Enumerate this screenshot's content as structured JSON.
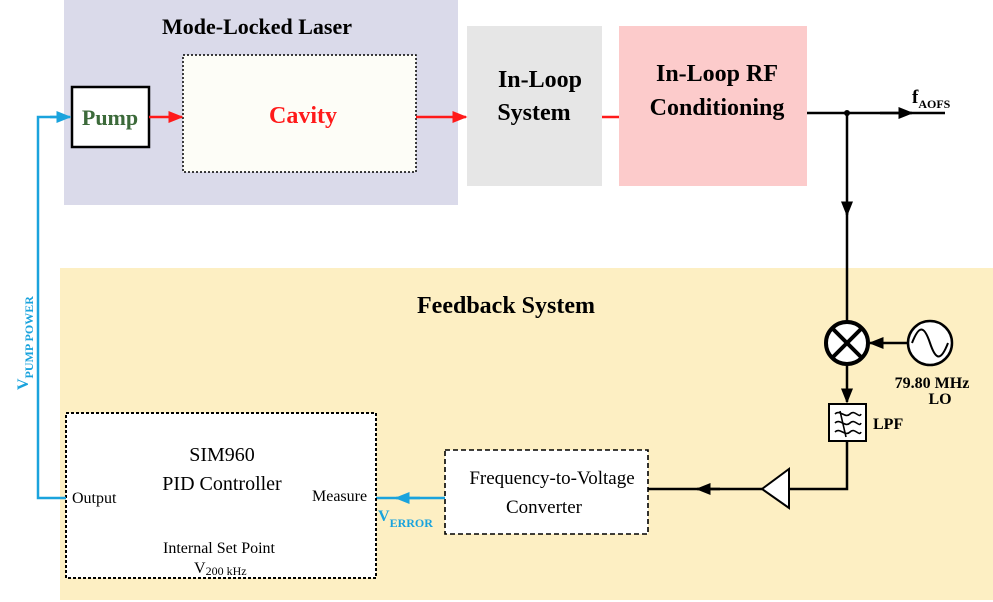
{
  "diagram": {
    "mode_locked_laser": {
      "title": "Mode-Locked Laser",
      "pump": "Pump",
      "cavity": "Cavity"
    },
    "in_loop_system": {
      "line1": "In-Loop",
      "line2": "System"
    },
    "rf_conditioning": {
      "line1": "In-Loop RF",
      "line2": "Conditioning"
    },
    "output_signal": {
      "symbol": "f",
      "subscript": "AOFS"
    },
    "feedback_system": {
      "title": "Feedback System"
    },
    "local_oscillator": {
      "frequency": "79.80 MHz",
      "label": "LO"
    },
    "low_pass_filter": {
      "label": "LPF"
    },
    "f2v_converter": {
      "line1": "Frequency-to-Voltage",
      "line2": "Converter"
    },
    "pid_controller": {
      "line1": "SIM960",
      "line2": "PID Controller",
      "output_label": "Output",
      "measure_label": "Measure",
      "setpoint_label": "Internal Set Point",
      "setpoint_symbol": "V",
      "setpoint_subscript": "200 kHz"
    },
    "error_signal": {
      "symbol": "V",
      "subscript": "ERROR"
    },
    "pump_power_signal": {
      "symbol": "V",
      "subscript": "PUMP POWER"
    }
  },
  "colors": {
    "laser_bg": "#dadaea",
    "in_loop_bg": "#e6e6e6",
    "rf_bg": "#fccbcb",
    "feedback_bg": "#fdefc3",
    "optical_path": "#ff1a1a",
    "control_path": "#1aa3dd",
    "pump_text": "#3c6a3a",
    "cavity_text": "#ff1a1a"
  }
}
